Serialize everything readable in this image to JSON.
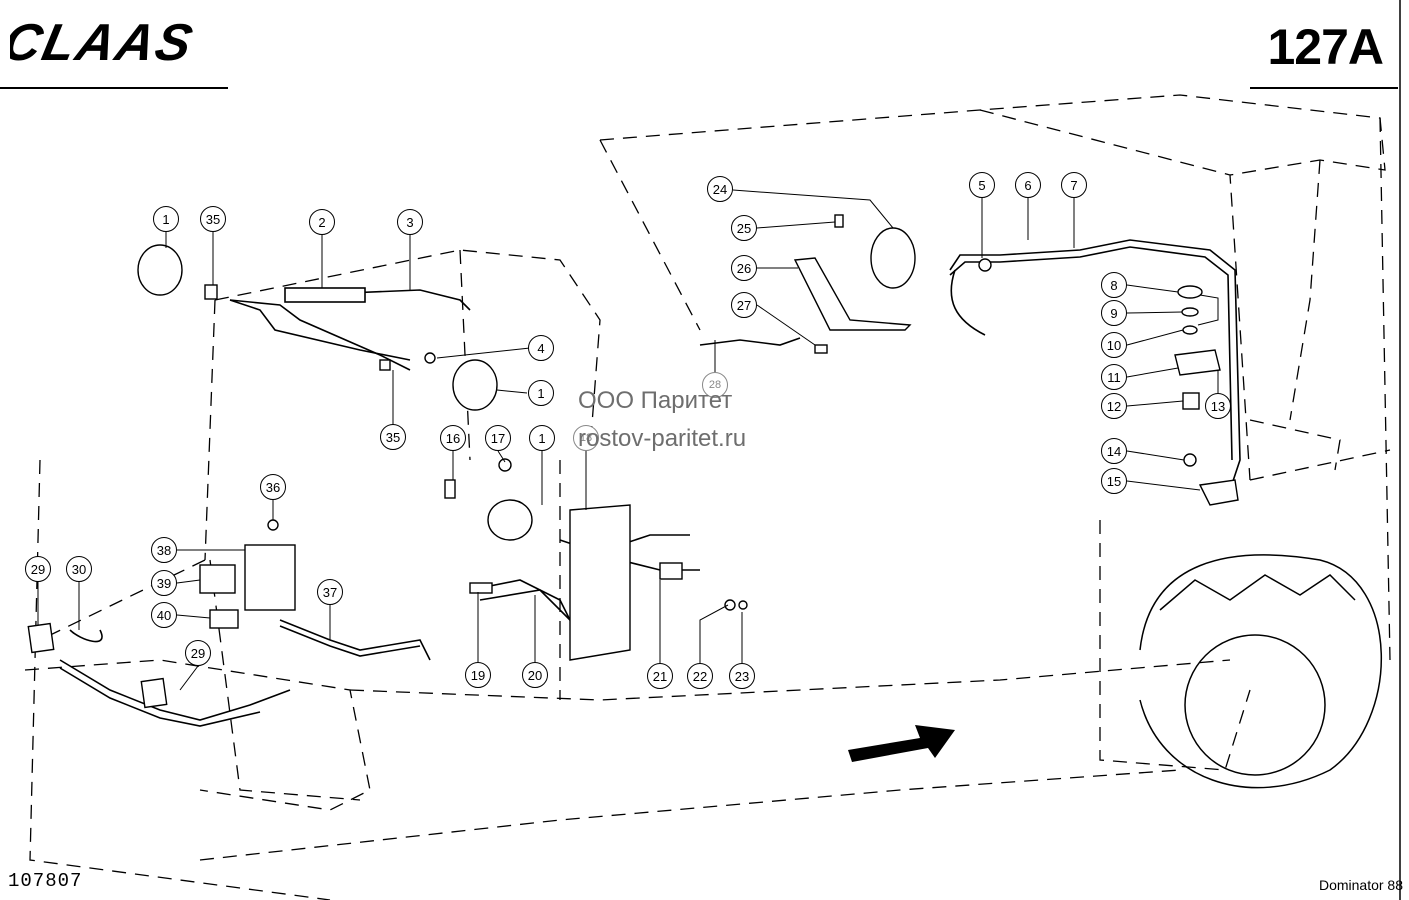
{
  "header": {
    "brand": "CLAAS",
    "page_number": "127A"
  },
  "footer": {
    "document_id": "107807",
    "model": "Dominator 88"
  },
  "watermark": {
    "company": "ООО Паритет",
    "website": "rostov-paritet.ru"
  },
  "callouts": [
    {
      "label": "1"
    },
    {
      "label": "35"
    },
    {
      "label": "2"
    },
    {
      "label": "3"
    },
    {
      "label": "4"
    },
    {
      "label": "1"
    },
    {
      "label": "35"
    },
    {
      "label": "16"
    },
    {
      "label": "17"
    },
    {
      "label": "1"
    },
    {
      "label": "18"
    },
    {
      "label": "24"
    },
    {
      "label": "25"
    },
    {
      "label": "26"
    },
    {
      "label": "27"
    },
    {
      "label": "28"
    },
    {
      "label": "5"
    },
    {
      "label": "6"
    },
    {
      "label": "7"
    },
    {
      "label": "8"
    },
    {
      "label": "9"
    },
    {
      "label": "10"
    },
    {
      "label": "11"
    },
    {
      "label": "12"
    },
    {
      "label": "13"
    },
    {
      "label": "14"
    },
    {
      "label": "15"
    },
    {
      "label": "36"
    },
    {
      "label": "38"
    },
    {
      "label": "39"
    },
    {
      "label": "40"
    },
    {
      "label": "37"
    },
    {
      "label": "29"
    },
    {
      "label": "30"
    },
    {
      "label": "29"
    },
    {
      "label": "19"
    },
    {
      "label": "20"
    },
    {
      "label": "21"
    },
    {
      "label": "22"
    },
    {
      "label": "23"
    }
  ]
}
